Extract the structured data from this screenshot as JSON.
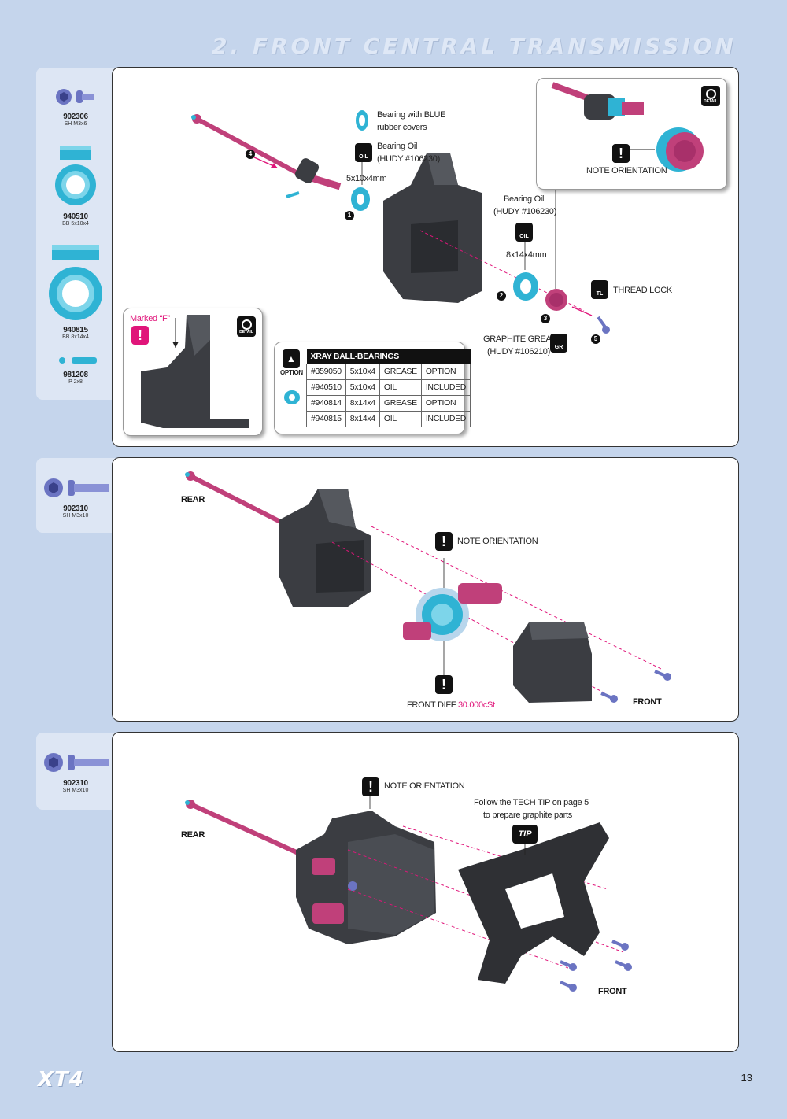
{
  "page": {
    "title": "2. FRONT CENTRAL TRANSMISSION",
    "page_number": "13",
    "logo": "XT4"
  },
  "step1": {
    "parts": [
      {
        "code": "902306",
        "desc": "SH M3x6"
      },
      {
        "code": "940510",
        "desc": "BB 5x10x4"
      },
      {
        "code": "940815",
        "desc": "BB 8x14x4"
      },
      {
        "code": "981208",
        "desc": "P 2x8"
      }
    ],
    "labels": {
      "bearing_blue": "Bearing with BLUE",
      "rubber_covers": "rubber covers",
      "bearing_oil_1": "Bearing Oil",
      "hudy_oil_1": "(HUDY #106230)",
      "size_1": "5x10x4mm",
      "bearing_oil_2": "Bearing Oil",
      "hudy_oil_2": "(HUDY #106230)",
      "size_2": "8x14x4mm",
      "thread_lock": "THREAD LOCK",
      "graphite_grease": "GRAPHITE GREASE",
      "hudy_grease": "(HUDY #106210)",
      "note_orientation": "NOTE ORIENTATION",
      "marked_f": "Marked “F”",
      "option": "OPTION",
      "oil": "OIL",
      "tl": "TL",
      "gr": "GR",
      "detail": "DETAIL"
    },
    "numbers": [
      "1",
      "2",
      "3",
      "4",
      "5"
    ],
    "table": {
      "title": "XRAY BALL-BEARINGS",
      "rows": [
        [
          "#359050",
          "5x10x4",
          "GREASE",
          "OPTION"
        ],
        [
          "#940510",
          "5x10x4",
          "OIL",
          "INCLUDED"
        ],
        [
          "#940814",
          "8x14x4",
          "GREASE",
          "OPTION"
        ],
        [
          "#940815",
          "8x14x4",
          "OIL",
          "INCLUDED"
        ]
      ]
    }
  },
  "step2": {
    "parts": [
      {
        "code": "902310",
        "desc": "SH M3x10"
      }
    ],
    "labels": {
      "rear": "REAR",
      "front": "FRONT",
      "note_orientation": "NOTE ORIENTATION",
      "front_diff": "FRONT DIFF",
      "diff_oil": "30.000cSt"
    }
  },
  "step3": {
    "parts": [
      {
        "code": "902310",
        "desc": "SH M3x10"
      }
    ],
    "labels": {
      "rear": "REAR",
      "front": "FRONT",
      "note_orientation": "NOTE ORIENTATION",
      "tech_tip_1": "Follow the TECH TIP on page 5",
      "tech_tip_2": "to prepare graphite parts",
      "tip": "TIP"
    }
  },
  "colors": {
    "bearing_blue": "#2fb3d4",
    "part_pink": "#c0407a",
    "magenta_text": "#e0157a",
    "plastic_dark": "#3b3d42",
    "sidebar": "#dde6f4",
    "background": "#c5d5ec"
  }
}
